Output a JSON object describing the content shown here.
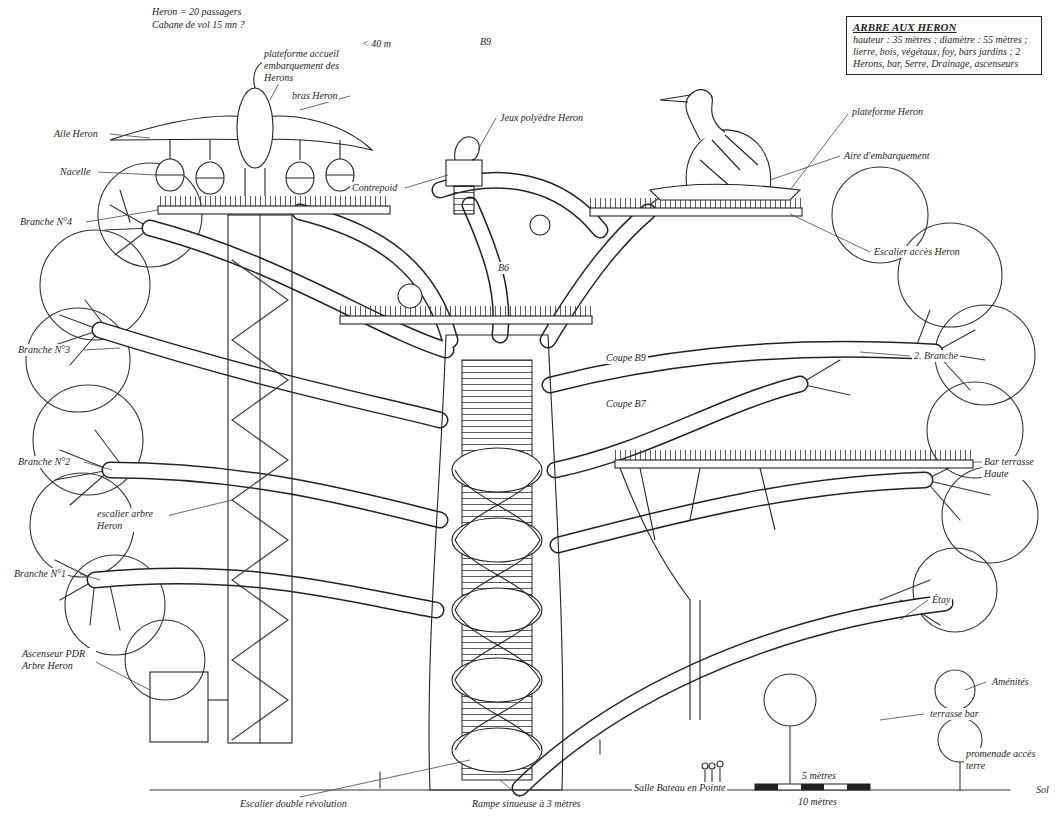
{
  "diagram": {
    "nodes": [
      {
        "text": [
          "ARBRE AUX HERON",
          "hauteur : 35 mètres ; diamètre : 55 mètres ; lierre, bois, végétaux, foy, bars jardins ; 2 Herons, bar, Serre, Drainage, ascenseurs"
        ]
      }
    ],
    "labels": [
      "Heron = 20 passagers",
      "Cabane de vol 15 mn ?",
      "plateforme accueil embarquement des Herons",
      "bras Heron",
      "Aile Heron",
      "Nacelle",
      "Branche N°4",
      "< 40 m",
      "B9",
      "Jeux polyèdre Heron",
      "Contrepoid",
      "plateforme Heron",
      "Aire d'embarquement",
      "Escalier accès Heron",
      "B6",
      "Coupe B9",
      "Coupe B7",
      "Branche N°3",
      "2. Branche",
      "Branche N°2",
      "Bar terrasse Haute",
      "escalier arbre Heron",
      "Branche N°1",
      "Étay",
      "Aménités",
      "Ascenseur PDR Arbre Heron",
      "terrasse bar",
      "promenade accès terre",
      "Sol",
      "Escalier double révolution",
      "Rampe sinueuse à 3 mètres",
      "Salle Bateau en Pointe",
      "5 mètres",
      "10 mètres"
    ]
  }
}
